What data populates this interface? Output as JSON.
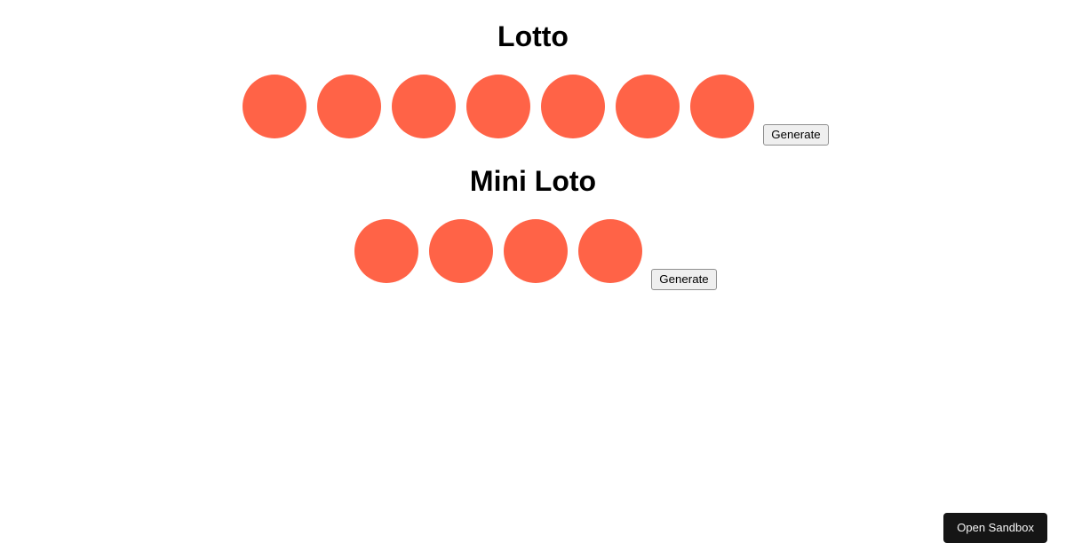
{
  "sections": [
    {
      "title": "Lotto",
      "ball_count": 7,
      "generate_label": "Generate"
    },
    {
      "title": "Mini Loto",
      "ball_count": 4,
      "generate_label": "Generate"
    }
  ],
  "overlay": {
    "open_sandbox_label": "Open Sandbox"
  },
  "colors": {
    "ball": "#FF6347",
    "generate_button_bg": "#EFEFEF",
    "generate_button_border": "#8F8F8F",
    "open_sandbox_bg": "#151515",
    "open_sandbox_text": "#F5F5F5"
  }
}
